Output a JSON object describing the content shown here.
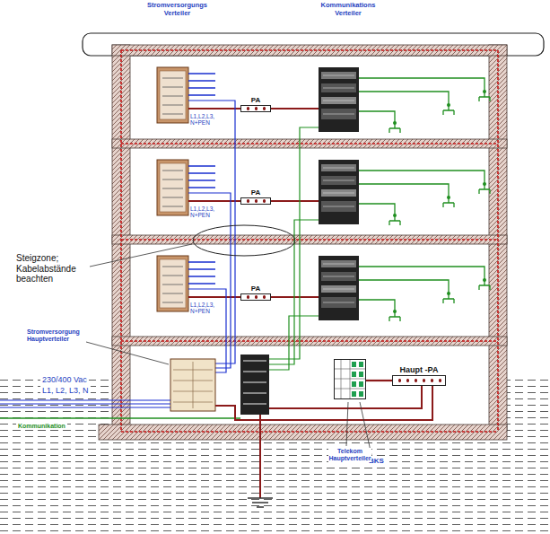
{
  "diagram": {
    "nodes": [
      {
        "text": [
          "PA"
        ]
      },
      {
        "text": [
          "PA"
        ]
      },
      {
        "text": [
          "PA"
        ]
      },
      {
        "text": [
          "Haupt -PA"
        ]
      },
      {
        "text": [
          "Telekom Hauptverteiler"
        ]
      }
    ],
    "edges": [
      {
        "from": 3,
        "to": 4,
        "arrow": "none"
      }
    ],
    "labels": [
      "Stromversorgungs Verteiler",
      "Kommunikations Verteiler",
      "L1,L2,L3, N+PEN",
      "L1,L2,L3, N+PEN",
      "L1,L2,L3, N+PEN",
      "Steigzone; Kabelabstände beachten",
      "Stromversorgung Hauptverteiler",
      "230/400 Vac",
      "L1, L2, L3, N",
      "Kommunikation",
      "BKS"
    ]
  }
}
